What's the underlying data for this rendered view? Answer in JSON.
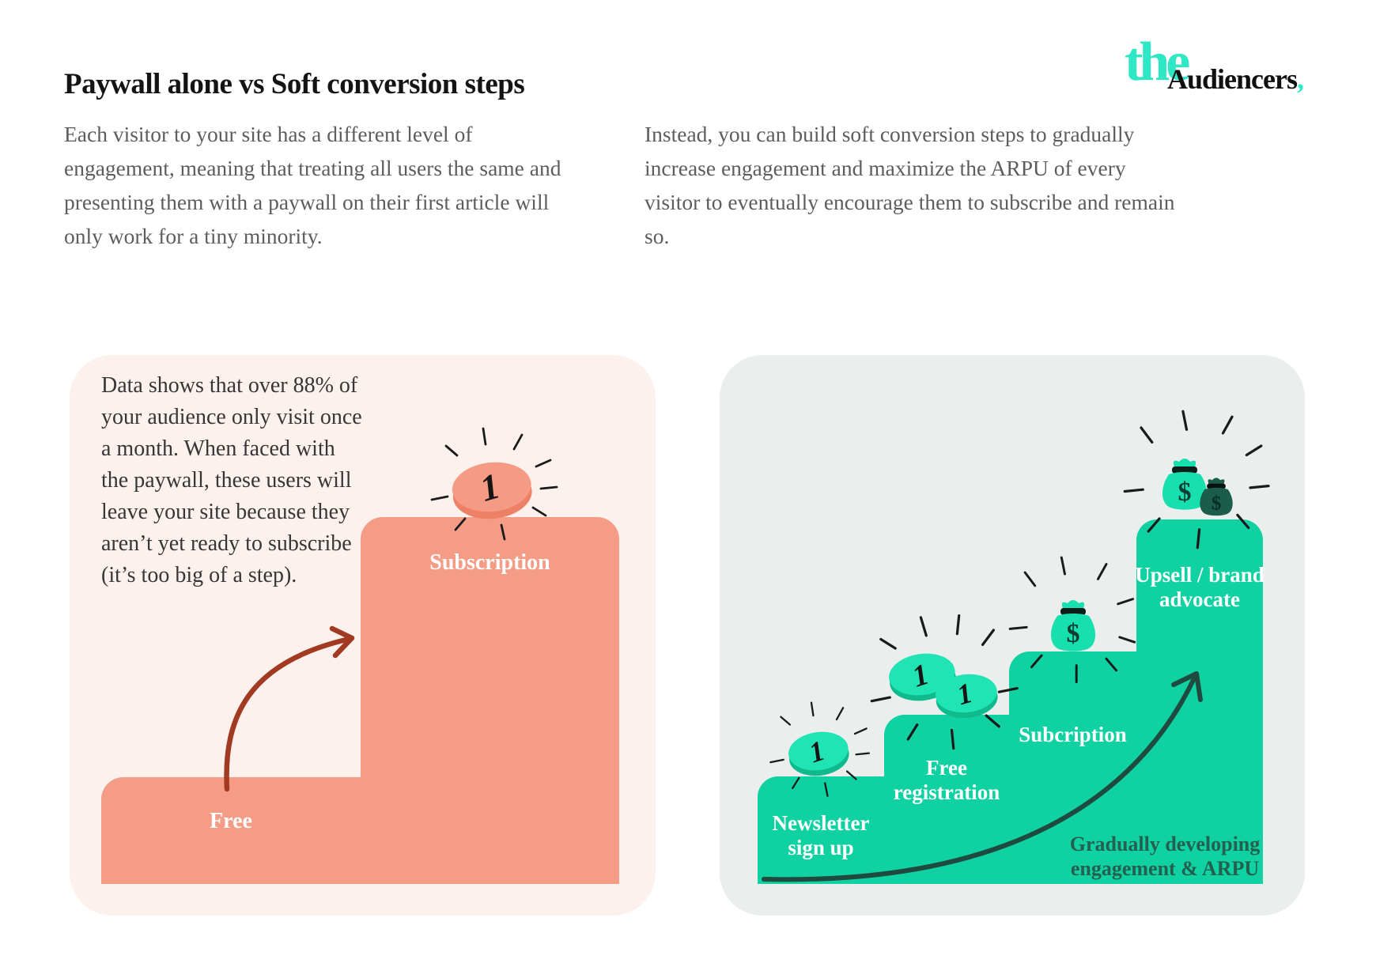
{
  "page": {
    "title": "Paywall alone vs Soft conversion steps"
  },
  "logo": {
    "the": "the",
    "audiencers": "Audiencers",
    "comma": ","
  },
  "intro": {
    "left": "Each visitor to your site has a different level of engagement, meaning that treating all users the same and presenting them with a paywall on their first article will only work for a tiny minority.",
    "right": "Instead, you can build soft conversion steps to gradually increase engagement and maximize the ARPU of every visitor to eventually encourage them to subscribe and remain so."
  },
  "left_panel": {
    "note": "Data shows that over 88% of your audience only visit once a month. When faced with the paywall, these users will leave your site because they aren’t yet ready to subscribe (it’s too big of a step).",
    "steps": [
      {
        "label": "Free"
      },
      {
        "label": "Subscription"
      }
    ],
    "coin_value": "1"
  },
  "right_panel": {
    "steps": [
      {
        "label": "Newsletter sign up"
      },
      {
        "label": "Free registration"
      },
      {
        "label": "Subcription"
      },
      {
        "label": "Upsell / brand advocate"
      }
    ],
    "caption": "Gradually developing engagement & ARPU",
    "coin_value": "1",
    "bag_symbol": "$"
  },
  "colors": {
    "salmon_step": "#f49c86",
    "salmon_coin": "#f59a85",
    "salmon_coin_rim": "#ee8066",
    "panel_pink": "#fdf1ed",
    "panel_gray": "#eaefed",
    "green_step": "#10d1a1",
    "green_coin": "#21e4b4",
    "green_coin_rim": "#0fba8d",
    "money_bag_green": "#17dfae",
    "money_bag_dark": "#1b5c4b",
    "dark_teal_text": "#24604f",
    "dark_teal_arrow": "#1e4a40",
    "red_arrow": "#a23a22",
    "logo_teal": "#2ee7c5",
    "title_color": "#141414",
    "body_color": "#5d5d5d"
  }
}
